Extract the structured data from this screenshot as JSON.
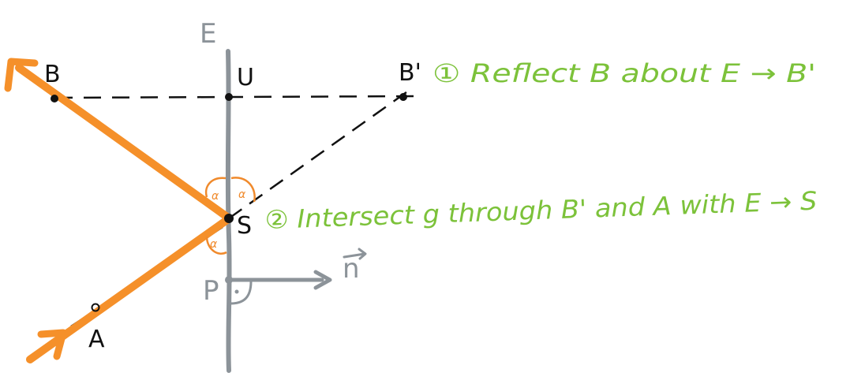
{
  "labels": {
    "mirror": "E",
    "point_u": "U",
    "point_b": "B",
    "point_b_prime": "B'",
    "point_s": "S",
    "point_p": "P",
    "point_a": "A",
    "normal": "n",
    "alpha_1": "α",
    "alpha_2": "α",
    "alpha_3": "α"
  },
  "notes": {
    "step1": "① Reflect B about E → B'",
    "step2": "② Intersect g through B' and A with E → S"
  },
  "colors": {
    "ray": "#f5902a",
    "mirror": "#8c9399",
    "construction": "#111111",
    "notes": "#7cc23a"
  }
}
